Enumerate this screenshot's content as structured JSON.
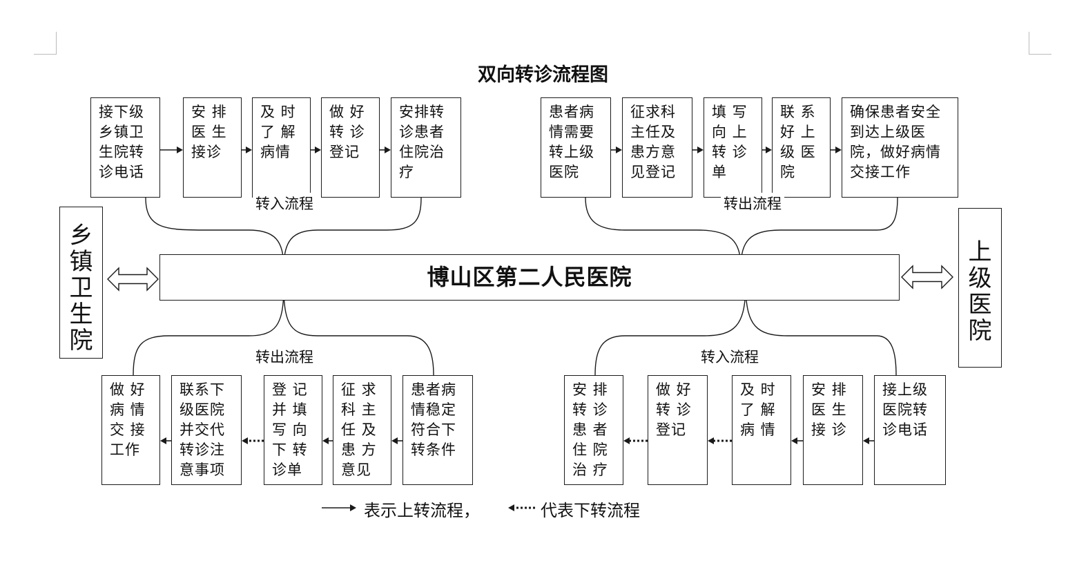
{
  "title": "双向转诊流程图",
  "hospital": "博山区第二人民医院",
  "left_entity": [
    "乡",
    "镇",
    "卫",
    "生",
    "院"
  ],
  "right_entity": [
    "上",
    "级",
    "医",
    "院"
  ],
  "labels": {
    "top_left": "转入流程",
    "top_right": "转出流程",
    "bottom_left": "转出流程",
    "bottom_right": "转入流程"
  },
  "top_left_boxes": [
    [
      "接下级",
      "乡镇卫",
      "生院转",
      "诊电话"
    ],
    [
      "安 排",
      "医 生",
      "接诊"
    ],
    [
      "及 时",
      "了 解",
      "病情"
    ],
    [
      "做 好",
      "转 诊",
      "登记"
    ],
    [
      "安排转",
      "诊患者",
      "住院治",
      "疗"
    ]
  ],
  "top_right_boxes": [
    [
      "患者病",
      "情需要",
      "转上级",
      "医院"
    ],
    [
      "征求科",
      "主任及",
      "患方意",
      "见登记"
    ],
    [
      "填 写",
      "向 上",
      "转 诊",
      "单"
    ],
    [
      "联 系",
      "好 上",
      "级 医",
      "院"
    ],
    [
      "确保患者安全",
      "到达上级医",
      "院，做好病情",
      "交接工作"
    ]
  ],
  "bottom_left_boxes": [
    [
      "做 好",
      "病 情",
      "交 接",
      "工作"
    ],
    [
      "联系下",
      "级医院",
      "并交代",
      "转诊注",
      "意事项"
    ],
    [
      "登 记",
      "并 填",
      "写 向",
      "下 转",
      "诊单"
    ],
    [
      "征 求",
      "科 主",
      "任 及",
      "患 方",
      "意见"
    ],
    [
      "患者病",
      "情稳定",
      "符合下",
      "转条件"
    ]
  ],
  "bottom_right_boxes": [
    [
      "安 排",
      "转 诊",
      "患 者",
      "住 院",
      "治 疗"
    ],
    [
      "做 好",
      "转 诊",
      "登记"
    ],
    [
      "及 时",
      "了 解",
      "病 情"
    ],
    [
      "安 排",
      "医 生",
      "接 诊"
    ],
    [
      "接上级",
      "医院转",
      "诊电话"
    ]
  ],
  "legend": {
    "up_text": "表示上转流程，",
    "down_text": "代表下转流程"
  }
}
